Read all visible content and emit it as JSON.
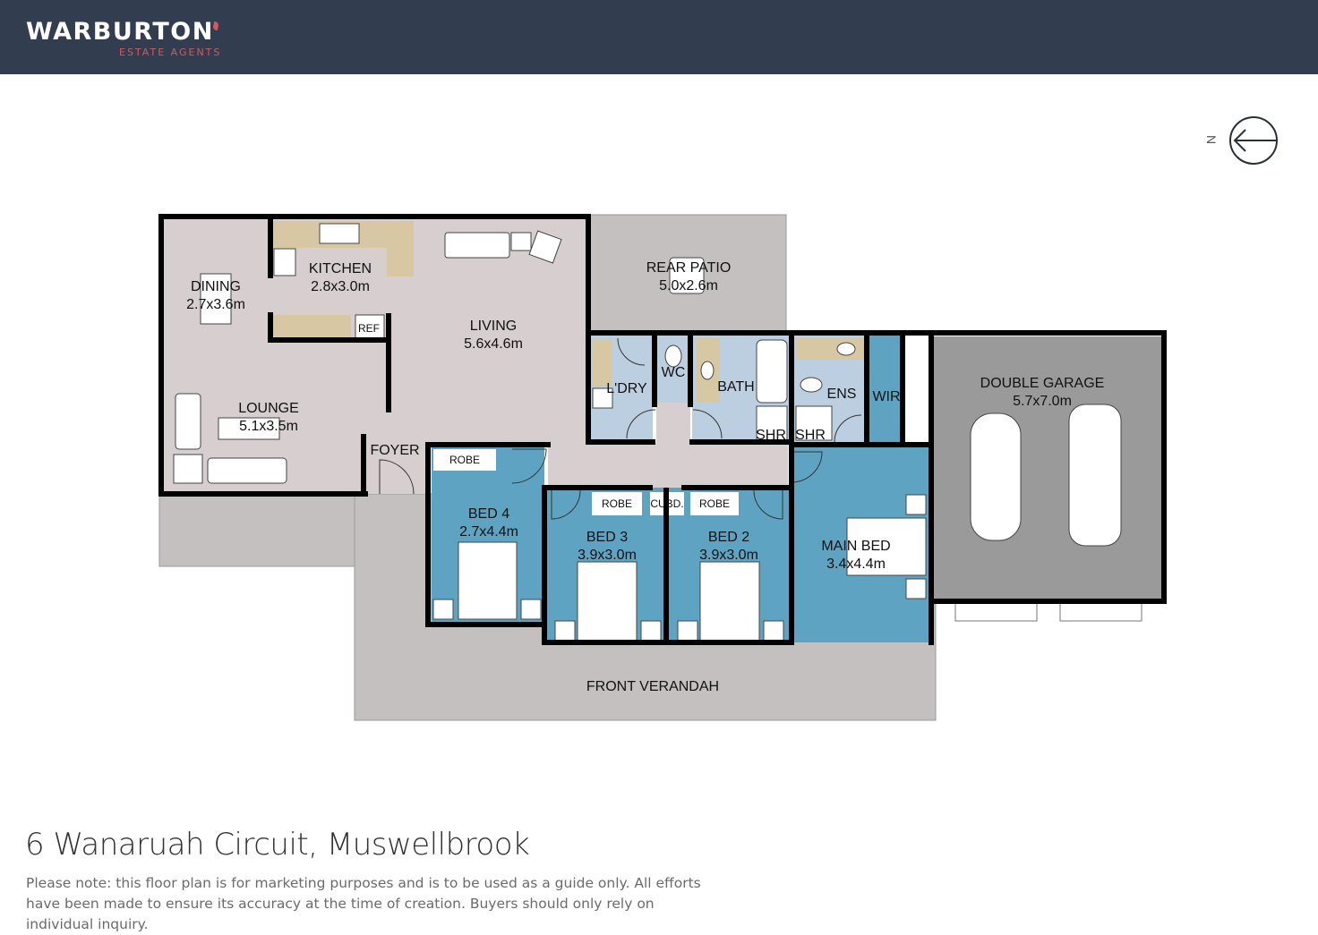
{
  "header": {
    "brand": "WARBURTON",
    "tagline": "ESTATE AGENTS",
    "bg_color": "#323e4f",
    "accent_color": "#d9575c"
  },
  "compass": {
    "label": "N",
    "icon": "north-arrow-icon"
  },
  "rooms": {
    "dining": {
      "name": "DINING",
      "size": "2.7x3.6m"
    },
    "kitchen": {
      "name": "KITCHEN",
      "size": "2.8x3.0m"
    },
    "ref": {
      "name": "REF"
    },
    "living": {
      "name": "LIVING",
      "size": "5.6x4.6m"
    },
    "lounge": {
      "name": "LOUNGE",
      "size": "5.1x3.5m"
    },
    "foyer": {
      "name": "FOYER"
    },
    "rear_patio": {
      "name": "REAR PATIO",
      "size": "5.0x2.6m"
    },
    "laundry": {
      "name": "L'DRY"
    },
    "wc": {
      "name": "WC"
    },
    "bath": {
      "name": "BATH"
    },
    "shr1": {
      "name": "SHR"
    },
    "shr2": {
      "name": "SHR"
    },
    "ens": {
      "name": "ENS"
    },
    "wir": {
      "name": "WIR"
    },
    "garage": {
      "name": "DOUBLE GARAGE",
      "size": "5.7x7.0m"
    },
    "bed4": {
      "name": "BED 4",
      "size": "2.7x4.4m",
      "robe": "ROBE"
    },
    "bed3": {
      "name": "BED 3",
      "size": "3.9x3.0m",
      "robe": "ROBE"
    },
    "cubd": {
      "name": "CUBD."
    },
    "bed2": {
      "name": "BED 2",
      "size": "3.9x3.0m",
      "robe": "ROBE"
    },
    "main_bed": {
      "name": "MAIN BED",
      "size": "3.4x4.4m"
    },
    "front_verandah": {
      "name": "FRONT VERANDAH"
    }
  },
  "colors": {
    "living_floor": "#d6cecf",
    "wet_floor": "#bccfe1",
    "bedroom_floor": "#5fa3c2",
    "outdoor": "#c4c0bf",
    "garage_floor": "#9a9a9a",
    "wall": "#000000",
    "bench": "#d8c7a3"
  },
  "footer": {
    "address": "6 Wanaruah Circuit, Muswellbrook",
    "disclaimer": "Please note: this floor plan is for marketing purposes and is to be used as a guide only. All efforts have been made to ensure its accuracy at the time of creation. Buyers should only rely on individual inquiry."
  }
}
